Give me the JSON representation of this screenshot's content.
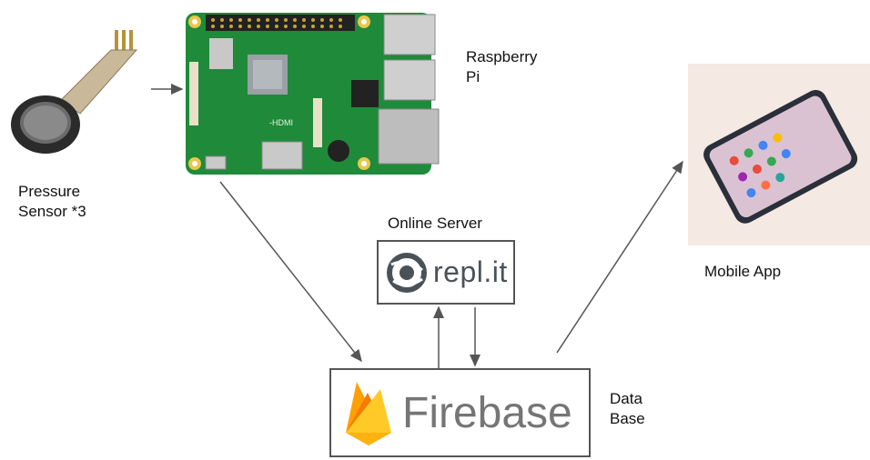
{
  "nodes": {
    "sensor": {
      "label": "Pressure\nSensor *3"
    },
    "pi": {
      "label": "Raspberry\nPi",
      "board_text": "-HDMI"
    },
    "server": {
      "caption": "Online Server",
      "logo_text": "repl.it"
    },
    "firebase": {
      "logo_text": "Firebase",
      "side_label": "Data\nBase"
    },
    "mobile": {
      "label": "Mobile App"
    }
  },
  "colors": {
    "arrow": "#555555",
    "board": "#1f8a3a",
    "firebase_text": "#757575",
    "firebase_yellow": "#ffca28",
    "firebase_orange": "#f57c00",
    "replit_gray": "#4a5258"
  }
}
